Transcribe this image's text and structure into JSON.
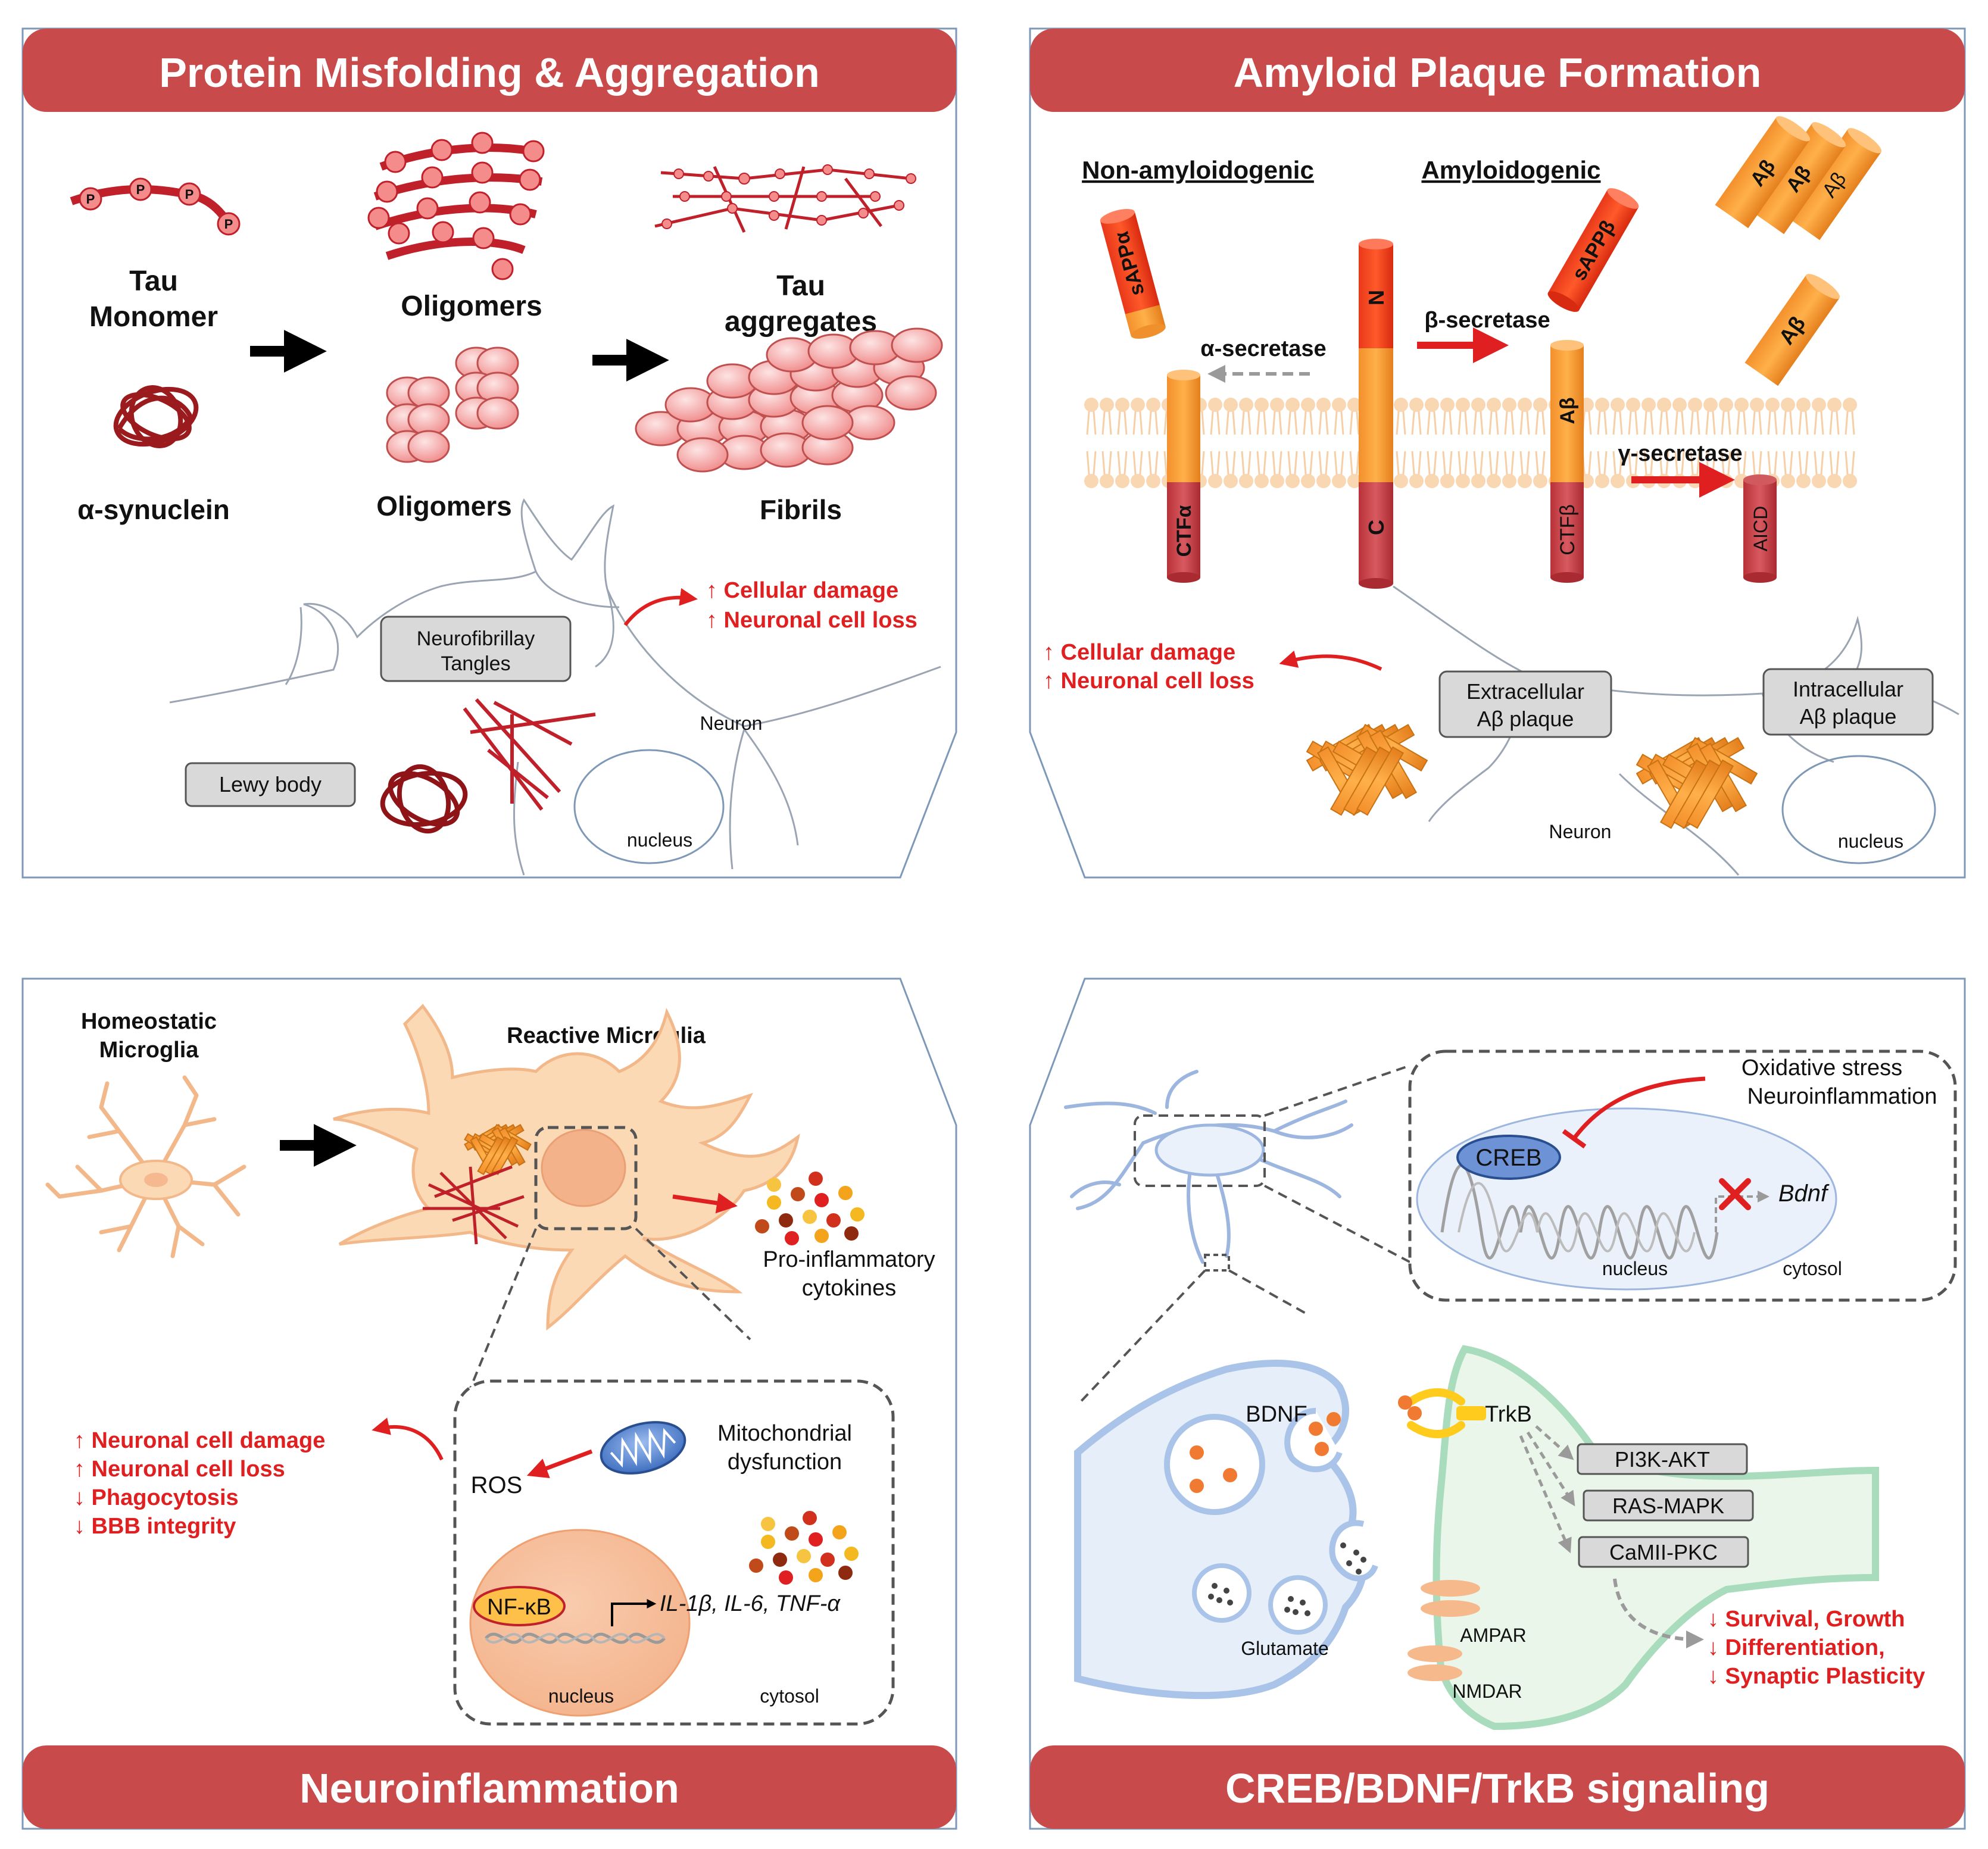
{
  "colors": {
    "header_bg": "#c94a4a",
    "panel_border": "#7e98b8",
    "alert_red": "#e02020",
    "orange": "#f59a3c",
    "dark_red": "#c9404a",
    "tau_red": "#c0202a",
    "microglia_fill": "#fbd9b4",
    "pre_synapse": "#a9c4e8",
    "post_synapse": "#a8dcbc"
  },
  "panel1": {
    "title": "Protein Misfolding & Aggregation",
    "tau_monomer": [
      "Tau",
      "Monomer"
    ],
    "oligomers_top": "Oligomers",
    "tau_aggregates": [
      "Tau",
      "aggregates"
    ],
    "alpha_synuclein": "α-synuclein",
    "oligomers_bottom": "Oligomers",
    "fibrils": "Fibrils",
    "phospho_label": "P",
    "neurofibrillary": [
      "Neurofibrillay",
      "Tangles"
    ],
    "lewy_body": "Lewy body",
    "neuron": "Neuron",
    "nucleus": "nucleus",
    "effects": [
      "↑ Cellular damage",
      "↑ Neuronal cell loss"
    ]
  },
  "panel2": {
    "title": "Amyloid Plaque Formation",
    "non_amyloidogenic": "Non-amyloidogenic",
    "amyloidogenic": "Amyloidogenic",
    "sappa": "sAPPα",
    "sappb": "sAPPβ",
    "alpha_secretase": "α-secretase",
    "beta_secretase": "β-secretase",
    "gamma_secretase": "γ-secretase",
    "n_term": "N",
    "c_term": "C",
    "ctfa": "CTFα",
    "ctfb": "CTFβ",
    "abeta": "Aβ",
    "aicd": "AICD",
    "extracellular": [
      "Extracellular",
      "Aβ plaque"
    ],
    "intracellular": [
      "Intracellular",
      "Aβ plaque"
    ],
    "neuron": "Neuron",
    "nucleus": "nucleus",
    "effects": [
      "↑ Cellular damage",
      "↑ Neuronal cell loss"
    ]
  },
  "panel3": {
    "title": "Neuroinflammation",
    "homeostatic": [
      "Homeostatic",
      "Microglia"
    ],
    "reactive": "Reactive Microglia",
    "cytokines": [
      "Pro-inflammatory",
      "cytokines"
    ],
    "mito": [
      "Mitochondrial",
      "dysfunction"
    ],
    "ros": "ROS",
    "nfkb": "NF-κB",
    "genes": "IL-1β, IL-6, TNF-α",
    "nucleus": "nucleus",
    "cytosol": "cytosol",
    "effects": [
      "↑ Neuronal cell damage",
      "↑ Neuronal cell loss",
      "↓ Phagocytosis",
      "↓ BBB integrity"
    ]
  },
  "panel4": {
    "title": "CREB/BDNF/TrkB signaling",
    "stress": [
      "Oxidative stress",
      "Neuroinflammation"
    ],
    "creb": "CREB",
    "bdnf_gene": "Bdnf",
    "nucleus": "nucleus",
    "cytosol": "cytosol",
    "bdnf": "BDNF",
    "trkb": "TrkB",
    "pathways": [
      "PI3K-AKT",
      "RAS-MAPK",
      "CaMII-PKC"
    ],
    "glutamate": "Glutamate",
    "ampar": "AMPAR",
    "nmdar": "NMDAR",
    "effects": [
      "↓ Survival, Growth",
      "↓ Differentiation,",
      "↓ Synaptic Plasticity"
    ]
  }
}
